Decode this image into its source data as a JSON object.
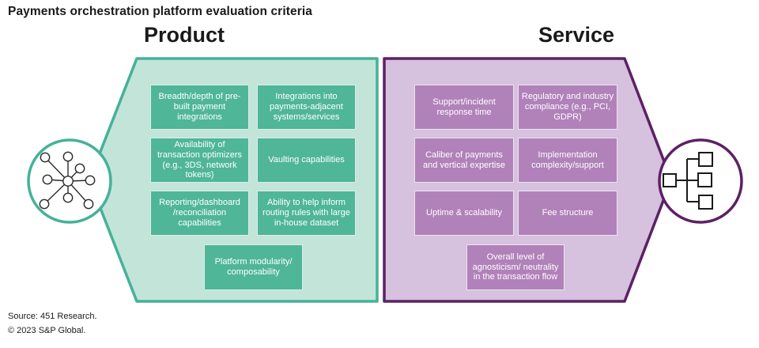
{
  "title": "Payments orchestration platform evaluation criteria",
  "columns": {
    "product": {
      "label": "Product",
      "icon": "network-hub-icon",
      "items": [
        "Breadth/depth of pre-built payment integrations",
        "Integrations into payments-adjacent systems/services",
        "Availability of transaction optimizers (e.g., 3DS, network tokens)",
        "Vaulting capabilities",
        "Reporting/dashboard /reconciliation capabilities",
        "Ability to help inform routing rules with large in-house dataset",
        "Platform modularity/ composability"
      ]
    },
    "service": {
      "label": "Service",
      "icon": "org-tree-icon",
      "items": [
        "Support/incident response time",
        "Regulatory and industry compliance (e.g., PCI, GDPR)",
        "Caliber of payments and vertical expertise",
        "Implementation complexity/support",
        "Uptime & scalability",
        "Fee structure",
        "Overall level of agnosticism/ neutrality in the transaction flow"
      ]
    }
  },
  "colors": {
    "product_panel_fill": "#c3e4d9",
    "product_panel_border": "#44b298",
    "product_box_fill": "#4fb698",
    "service_panel_fill": "#d6c1de",
    "service_panel_border": "#5c2164",
    "service_box_fill": "#b181ba",
    "box_text": "#ffffff",
    "heading_text": "#1a1a1a"
  },
  "footer": {
    "source": "Source: 451 Research.",
    "copyright": "© 2023 S&P Global."
  }
}
